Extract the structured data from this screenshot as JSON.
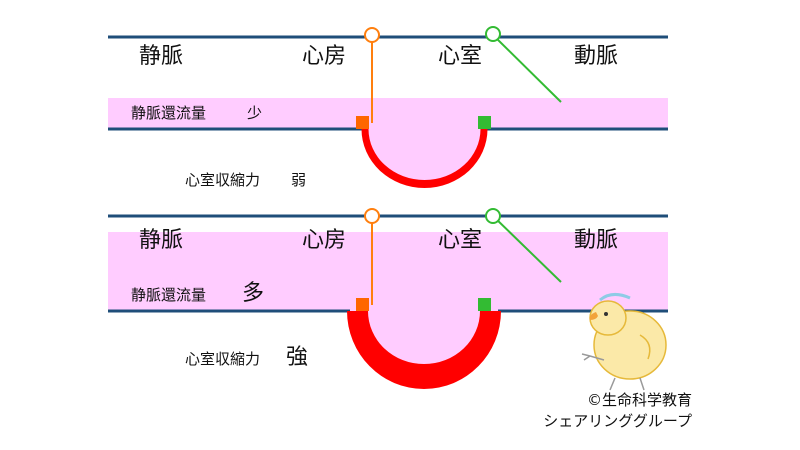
{
  "colors": {
    "vessel_line": "#1f4e79",
    "blood": "#ffccff",
    "muscle": "#ff0000",
    "atrial_valve": "#ff7f0e",
    "arterial_valve": "#33bb33"
  },
  "panels": [
    {
      "labels": {
        "vein": "静脈",
        "atrium": "心房",
        "ventricle": "心室",
        "artery": "動脈"
      },
      "return_label": "静脈還流量",
      "return_amount": "少",
      "contract_label": "心室収縮力",
      "contract_strength": "弱"
    },
    {
      "labels": {
        "vein": "静脈",
        "atrium": "心房",
        "ventricle": "心室",
        "artery": "動脈"
      },
      "return_label": "静脈還流量",
      "return_amount": "多",
      "contract_label": "心室収縮力",
      "contract_strength": "強"
    }
  ],
  "credit": {
    "line1": "©生命科学教育",
    "line2": "シェアリンググループ"
  },
  "mascot_icon": "chick-icon"
}
